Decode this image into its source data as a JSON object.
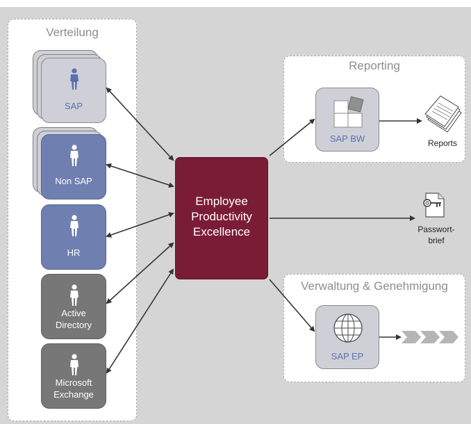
{
  "distribution": {
    "title": "Verteilung",
    "sources": [
      {
        "label": "SAP",
        "style": "gray"
      },
      {
        "label": "Non SAP",
        "style": "blue"
      },
      {
        "label": "HR",
        "style": "blue"
      },
      {
        "label": "Active\nDirectory",
        "style": "dark"
      },
      {
        "label": "Microsoft\nExchange",
        "style": "dark"
      }
    ]
  },
  "center": {
    "label": "Employee\nProductivity\nExcellence",
    "color": "#7b1c36"
  },
  "reporting": {
    "title": "Reporting",
    "system": "SAP BW",
    "output": "Reports"
  },
  "password": {
    "label": "Passwort-\nbrief"
  },
  "admin": {
    "title": "Verwaltung & Genehmigung",
    "system": "SAP EP"
  },
  "colors": {
    "blue_node": "#6f7fb0",
    "dark_node": "#777777",
    "gray_node": "#cfd0d7",
    "label_blue": "#5d6fb0"
  }
}
